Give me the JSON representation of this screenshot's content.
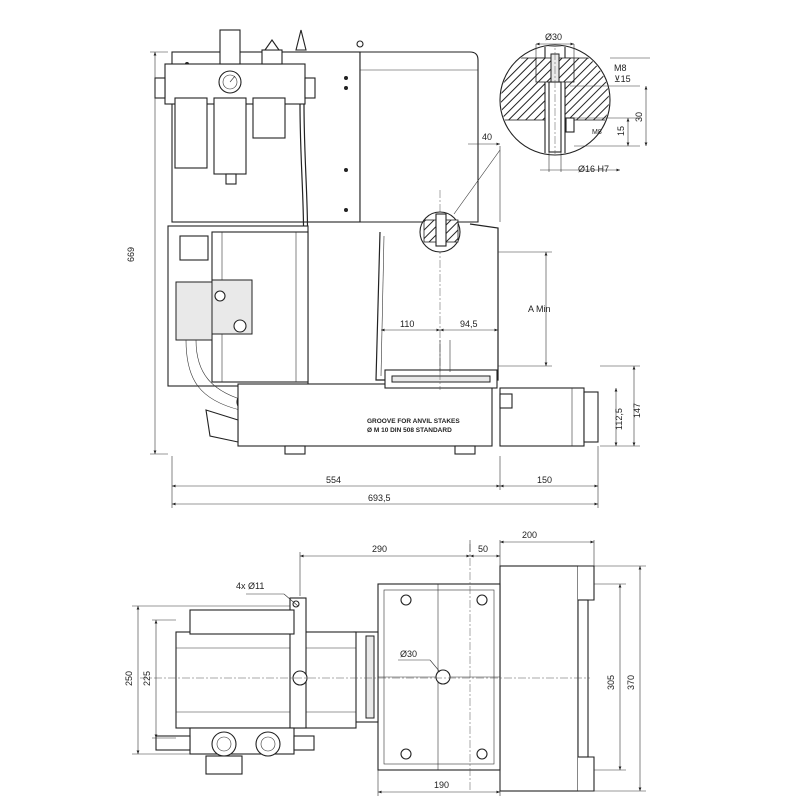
{
  "side_view": {
    "dims": {
      "height_669": "669",
      "width_554": "554",
      "width_150": "150",
      "width_693": "693,5",
      "dim_40": "40",
      "dim_110": "110",
      "dim_94": "94,5",
      "a_min": "A Min",
      "dim_112": "112,5",
      "dim_147": "147"
    },
    "groove_note_line1": "GROOVE FOR ANVIL STAKES",
    "groove_note_line2": "Ø M 10 DIN 508 STANDARD"
  },
  "detail": {
    "dia_30": "Ø30",
    "m8_top": "M8",
    "depth_15": "⊻15",
    "m8_small": "M8",
    "dim_15": "15",
    "dim_30": "30",
    "bore": "Ø16 H7"
  },
  "top_view": {
    "dims": {
      "dim_290": "290",
      "dim_50": "50",
      "dim_200": "200",
      "holes": "4x  Ø11",
      "dia_30": "Ø30",
      "dim_250": "250",
      "dim_225": "225",
      "dim_305": "305",
      "dim_370": "370",
      "dim_190": "190"
    }
  }
}
